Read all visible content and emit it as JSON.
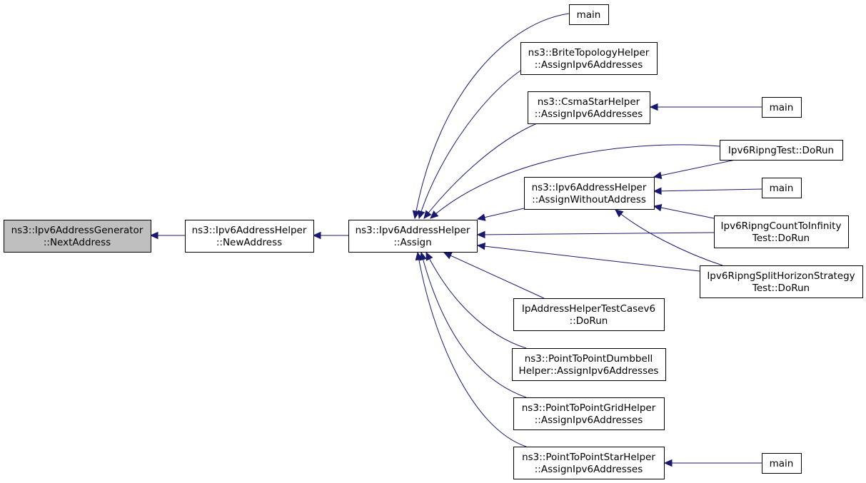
{
  "diagram": {
    "edge_color": "#191970",
    "highlight_fill": "#bfbfbf",
    "nodes": [
      {
        "id": "nextaddress",
        "lines": [
          "ns3::Ipv6AddressGenerator",
          "::NextAddress"
        ],
        "highlighted": true
      },
      {
        "id": "newaddress",
        "lines": [
          "ns3::Ipv6AddressHelper",
          "::NewAddress"
        ]
      },
      {
        "id": "assign",
        "lines": [
          "ns3::Ipv6AddressHelper",
          "::Assign"
        ]
      },
      {
        "id": "main1",
        "lines": [
          "main"
        ]
      },
      {
        "id": "brite",
        "lines": [
          "ns3::BriteTopologyHelper",
          "::AssignIpv6Addresses"
        ]
      },
      {
        "id": "csma",
        "lines": [
          "ns3::CsmaStarHelper",
          "::AssignIpv6Addresses"
        ]
      },
      {
        "id": "main2",
        "lines": [
          "main"
        ]
      },
      {
        "id": "ripngtest",
        "lines": [
          "Ipv6RipngTest::DoRun"
        ]
      },
      {
        "id": "withoutaddr",
        "lines": [
          "ns3::Ipv6AddressHelper",
          "::AssignWithoutAddress"
        ]
      },
      {
        "id": "main3",
        "lines": [
          "main"
        ]
      },
      {
        "id": "counttoinf",
        "lines": [
          "Ipv6RipngCountToInfinity",
          "Test::DoRun"
        ]
      },
      {
        "id": "splithorizon",
        "lines": [
          "Ipv6RipngSplitHorizonStrategy",
          "Test::DoRun"
        ]
      },
      {
        "id": "iphelpertest",
        "lines": [
          "IpAddressHelperTestCasev6",
          "::DoRun"
        ]
      },
      {
        "id": "dumbbell",
        "lines": [
          "ns3::PointToPointDumbbell",
          "Helper::AssignIpv6Addresses"
        ]
      },
      {
        "id": "grid",
        "lines": [
          "ns3::PointToPointGridHelper",
          "::AssignIpv6Addresses"
        ]
      },
      {
        "id": "star",
        "lines": [
          "ns3::PointToPointStarHelper",
          "::AssignIpv6Addresses"
        ]
      },
      {
        "id": "main4",
        "lines": [
          "main"
        ]
      }
    ],
    "edges": [
      {
        "from": "newaddress",
        "to": "nextaddress"
      },
      {
        "from": "assign",
        "to": "newaddress"
      },
      {
        "from": "main1",
        "to": "assign"
      },
      {
        "from": "brite",
        "to": "assign"
      },
      {
        "from": "csma",
        "to": "assign"
      },
      {
        "from": "main2",
        "to": "csma"
      },
      {
        "from": "ripngtest",
        "to": "assign"
      },
      {
        "from": "ripngtest",
        "to": "withoutaddr"
      },
      {
        "from": "withoutaddr",
        "to": "assign"
      },
      {
        "from": "main3",
        "to": "withoutaddr"
      },
      {
        "from": "counttoinf",
        "to": "assign"
      },
      {
        "from": "counttoinf",
        "to": "withoutaddr"
      },
      {
        "from": "splithorizon",
        "to": "assign"
      },
      {
        "from": "splithorizon",
        "to": "withoutaddr"
      },
      {
        "from": "iphelpertest",
        "to": "assign"
      },
      {
        "from": "dumbbell",
        "to": "assign"
      },
      {
        "from": "grid",
        "to": "assign"
      },
      {
        "from": "star",
        "to": "assign"
      },
      {
        "from": "main4",
        "to": "star"
      }
    ]
  }
}
